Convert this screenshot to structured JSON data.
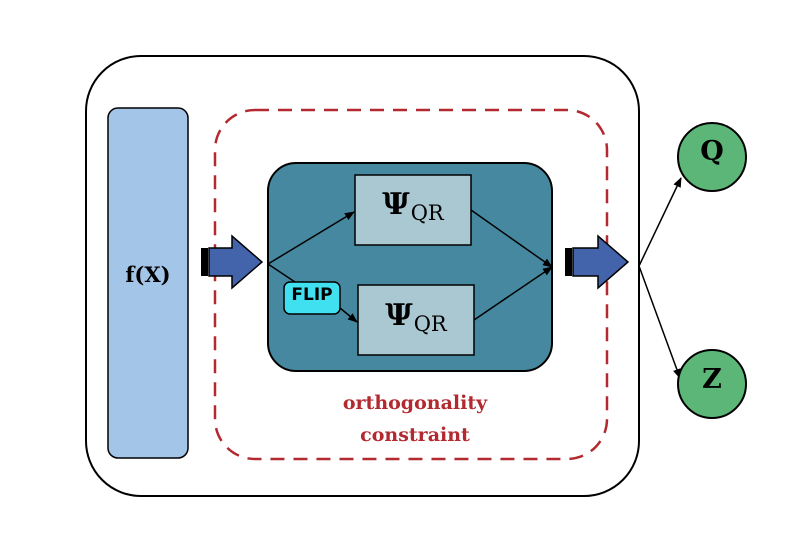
{
  "blocks": {
    "input": "f(X)",
    "psi_symbol": "Ψ",
    "psi_subscript": "QR",
    "flip": "FLIP"
  },
  "constraint": {
    "line1": "orthogonality",
    "line2": "constraint"
  },
  "outputs": {
    "q": "Q",
    "z": "Z"
  },
  "colors": {
    "input_block": "#a3c5e8",
    "core_block": "#4688a0",
    "psi_box": "#a9c8d2",
    "flip_box": "#40e0f0",
    "arrow": "#4364aa",
    "dashed_border": "#b22a30",
    "output_node": "#5cb677"
  }
}
